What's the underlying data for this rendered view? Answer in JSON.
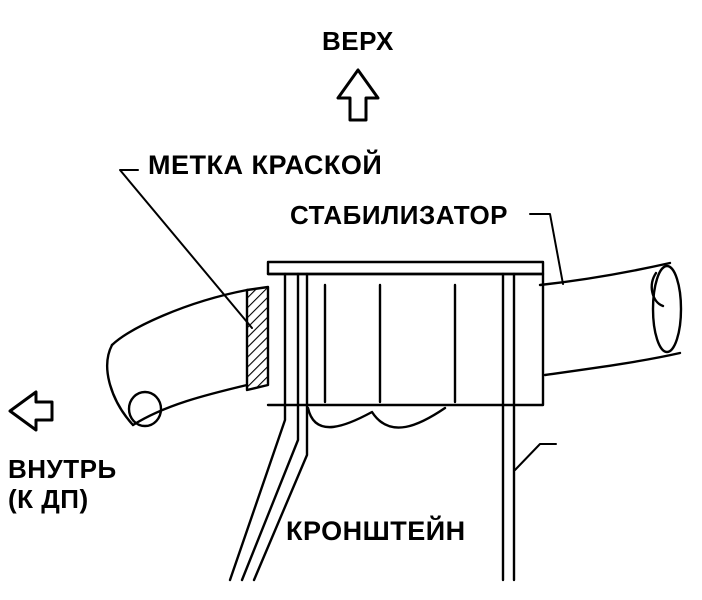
{
  "labels": {
    "up": "ВЕРХ",
    "paint_mark": "МЕТКА КРАСКОЙ",
    "stabilizer": "СТАБИЛИЗАТОР",
    "inward_line1": "ВНУТРЬ",
    "inward_line2": "(К ДП)",
    "bracket": "КРОНШТЕЙН"
  },
  "colors": {
    "ink": "#000000",
    "paper": "#ffffff"
  }
}
